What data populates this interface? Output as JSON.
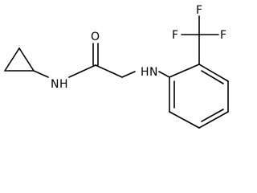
{
  "molecule": {
    "atoms": {
      "amide_n_symbol": "N",
      "amide_h_symbol": "H",
      "carbonyl_o_symbol": "O",
      "amine_n_symbol": "N",
      "amine_h_symbol": "H",
      "fluorine_symbols": [
        "F",
        "F",
        "F"
      ]
    }
  },
  "colors": {
    "bond": "#000000",
    "label": "#000000",
    "background": "#ffffff"
  }
}
